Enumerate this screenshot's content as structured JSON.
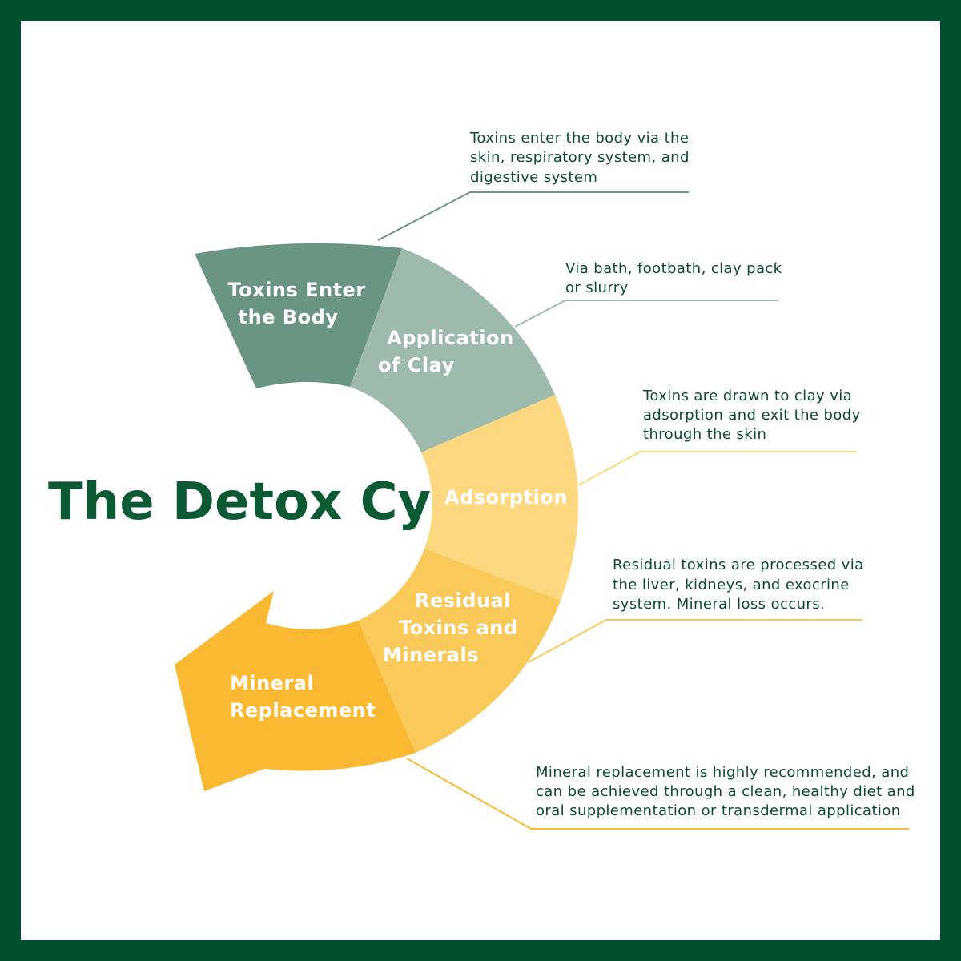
{
  "title": "The Detox Cycle",
  "colors": {
    "border": "#004f2d",
    "title": "#0b5a34",
    "stage1": "#6a9583",
    "stage2": "#9ebaad",
    "stage3": "#fcd880",
    "stage4": "#f9c95a",
    "stage5": "#f9b932",
    "text": "#0c4a31"
  },
  "stages": [
    {
      "label": [
        "Toxins Enter",
        "the Body"
      ],
      "description": [
        "Toxins enter the body via the",
        "skin, respiratory system, and",
        "digestive system"
      ]
    },
    {
      "label": [
        "Application",
        "of Clay"
      ],
      "description": [
        "Via bath, footbath, clay pack",
        "or slurry"
      ]
    },
    {
      "label": [
        "Adsorption"
      ],
      "description": [
        "Toxins are drawn to clay via",
        "adsorption and exit the body",
        "through the skin"
      ]
    },
    {
      "label": [
        "Residual",
        "Toxins and",
        "Minerals"
      ],
      "description": [
        "Residual toxins are processed via",
        "the liver, kidneys, and exocrine",
        "system. Mineral loss occurs."
      ]
    },
    {
      "label": [
        "Mineral",
        "Replacement"
      ],
      "description": [
        "Mineral replacement is highly recommended, and",
        "can be achieved through a clean, healthy diet and",
        "oral supplementation or transdermal application"
      ]
    }
  ]
}
